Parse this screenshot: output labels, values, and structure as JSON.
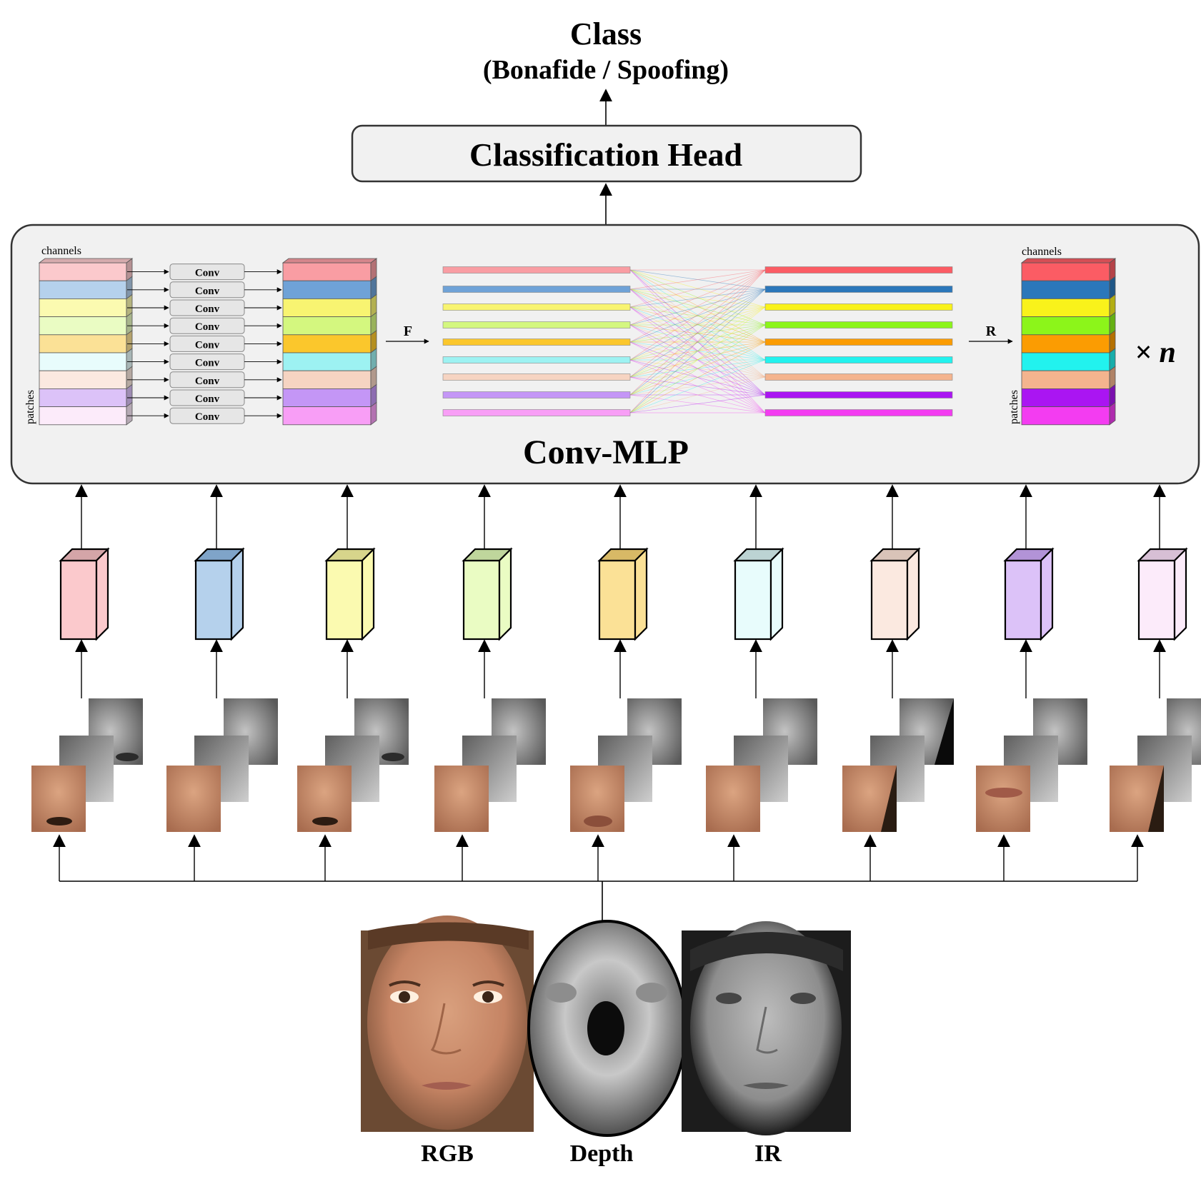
{
  "output": {
    "title": "Class",
    "subtitle": "(Bonafide / Spoofing)"
  },
  "head": {
    "label": "Classification Head"
  },
  "convmlp": {
    "label": "Conv-MLP",
    "channels_label": "channels",
    "patches_label": "patches",
    "conv_label": "Conv",
    "flatten_label": "F",
    "reshape_label": "R",
    "repeat_times": "× n",
    "light_colors": [
      "#fbc9cc",
      "#b5d1ec",
      "#fbfab0",
      "#eafcc3",
      "#fbe196",
      "#e8fcfc",
      "#fbe9e0",
      "#dcc2f8",
      "#fcebfa"
    ],
    "mid_colors": [
      "#f99da3",
      "#6fa2d7",
      "#f8f471",
      "#d4f77f",
      "#fbc72c",
      "#9df2f2",
      "#f6d4c2",
      "#c496f6",
      "#f89ef6"
    ],
    "bright_colors": [
      "#fb5c64",
      "#2b77ba",
      "#f9f21b",
      "#8cf51a",
      "#fb9c02",
      "#22f2ee",
      "#f4b48e",
      "#aa15f2",
      "#f33cf1"
    ]
  },
  "tokens": {
    "colors": [
      "#fbc9cc",
      "#b5d1ec",
      "#fbfab0",
      "#eafcc3",
      "#fbe196",
      "#e8fcfc",
      "#fbe9e0",
      "#dcc2f8",
      "#fcebfa"
    ],
    "top_colors": [
      "#d4a5a8",
      "#7fa4c9",
      "#d7d58b",
      "#bfd69c",
      "#d8b966",
      "#bcd3d3",
      "#d9c3b8",
      "#b293d7",
      "#d7bfd5"
    ]
  },
  "patches": {
    "regions": [
      "eye",
      "forehead",
      "eye",
      "cheek",
      "nose",
      "cheek",
      "jaw",
      "mouth",
      "jaw"
    ]
  },
  "inputs": {
    "modalities": [
      "RGB",
      "Depth",
      "IR"
    ]
  }
}
